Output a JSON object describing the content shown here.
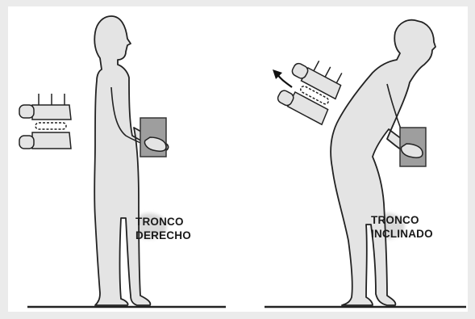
{
  "panels": [
    {
      "label_line1": "TRONCO",
      "label_line2": "DERECHO"
    },
    {
      "label_line1": "TRONCO",
      "label_line2": "INCLINADO"
    }
  ],
  "colors": {
    "background": "#ebebeb",
    "frame": "#ffffff",
    "body_fill": "#e4e4e4",
    "outline": "#222222",
    "box_fill": "#9e9e9e",
    "label_text": "#1a1a1a"
  },
  "icons": [
    "spine-vertebrae-icon",
    "motion-arrow-icon"
  ]
}
